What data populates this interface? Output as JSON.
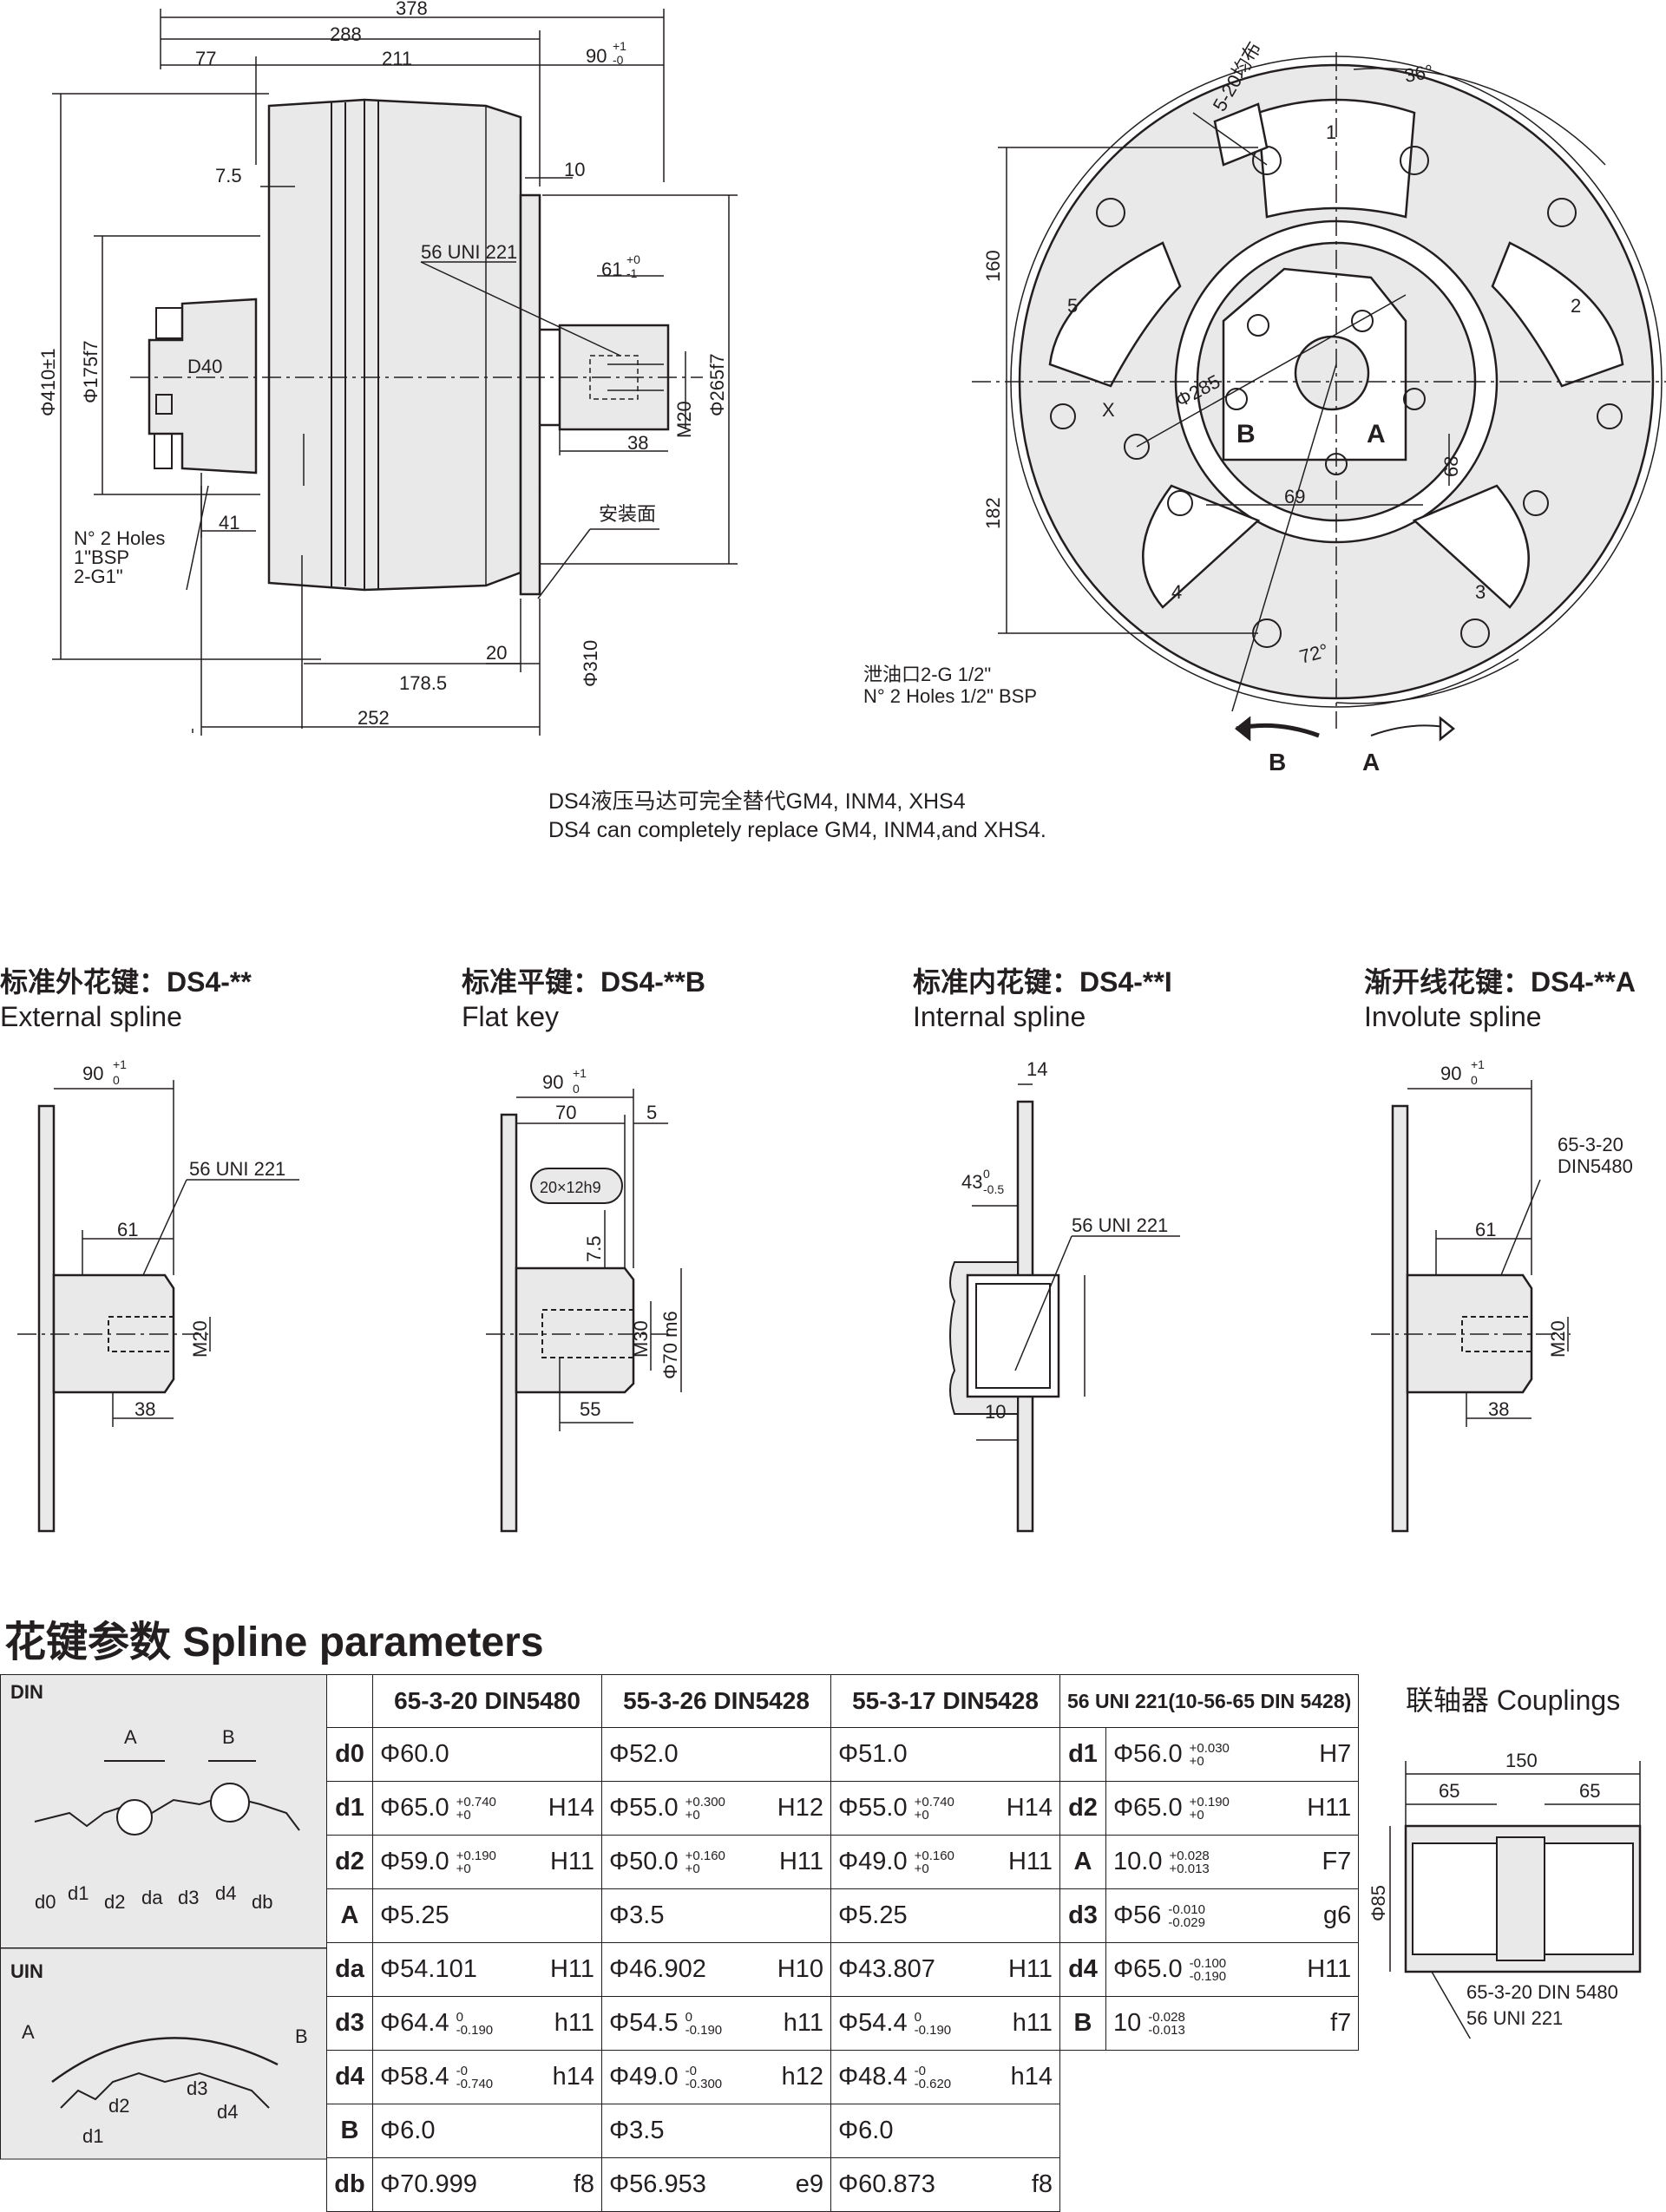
{
  "top_view": {
    "dims": {
      "d378": "378",
      "d288": "288",
      "d77": "77",
      "d211": "211",
      "d90": "90",
      "d90_tol_up": "+1",
      "d90_tol_dn": "-0",
      "d75": "7.5",
      "d10": "10",
      "d56": "56 UNI 221",
      "d61": "61",
      "d61_tol_up": "+0",
      "d61_tol_dn": "-1",
      "d410": "Φ410±1",
      "d175": "Φ175f7",
      "d40": "D40",
      "dM20": "M20",
      "d38": "38",
      "d265": "Φ265f7",
      "d41": "41",
      "holes1": "N° 2 Holes",
      "holes2": "1\"BSP",
      "holes3": "2-G1\"",
      "mount": "安装面",
      "d20": "20",
      "d310": "Φ310",
      "d1785": "178.5",
      "d252": "252"
    }
  },
  "front_view": {
    "dims": {
      "d36": "36°",
      "d520": "5-20均布",
      "d160": "160",
      "d182": "182",
      "d285": "Φ285",
      "d68": "68",
      "d69": "69",
      "port_b": "B",
      "port_a": "A",
      "x": "X",
      "d72": "72°",
      "drain1": "泄油口2-G 1/2\"",
      "drain2": "N° 2 Holes 1/2\" BSP",
      "arrow_b": "B",
      "arrow_a": "A",
      "pistons": [
        "1",
        "2",
        "3",
        "4",
        "5"
      ]
    }
  },
  "note": {
    "cn": "DS4液压马达可完全替代GM4, INM4, XHS4",
    "en": "DS4 can completely replace GM4, INM4,and XHS4."
  },
  "shafts": [
    {
      "title": "标准外花键：DS4-**",
      "subtitle": "External spline",
      "d90": "90",
      "tol_up": "+1",
      "tol_dn": "0",
      "spline": "56 UNI 221",
      "d61": "61",
      "m": "M20",
      "d38": "38"
    },
    {
      "title": "标准平键：DS4-**B",
      "subtitle": "Flat key",
      "d90": "90",
      "tol_up": "+1",
      "tol_dn": "0",
      "d70": "70",
      "d5": "5",
      "key": "20×12h9",
      "d75": "7.5",
      "m": "M30",
      "phi": "Φ70 m6",
      "d55": "55"
    },
    {
      "title": "标准内花键：DS4-**I",
      "subtitle": "Internal spline",
      "d14": "14",
      "d43": "43",
      "tol_up": "0",
      "tol_dn": "-0.5",
      "spline": "56 UNI 221",
      "d10": "10"
    },
    {
      "title": "渐开线花键：DS4-**A",
      "subtitle": "Involute spline",
      "d90": "90",
      "tol_up": "+1",
      "tol_dn": "0",
      "spline1": "65-3-20",
      "spline2": "DIN5480",
      "d61": "61",
      "m": "M20",
      "d38": "38"
    }
  ],
  "spline_params": {
    "title": "花键参数  Spline parameters",
    "din_label": "DIN",
    "uin_label": "UIN",
    "din_labels": [
      "A",
      "B",
      "d0",
      "d1",
      "d2",
      "da",
      "d3",
      "d4",
      "db"
    ],
    "uin_labels": [
      "A",
      "B",
      "d2",
      "d1",
      "d3",
      "d4"
    ],
    "columns": [
      "65-3-20 DIN5480",
      "55-3-26 DIN5428",
      "55-3-17 DIN5428"
    ],
    "rows": [
      {
        "p": "d0",
        "c": [
          [
            "Φ60.0",
            "",
            "",
            ""
          ],
          [
            "Φ52.0",
            "",
            "",
            ""
          ],
          [
            "Φ51.0",
            "",
            "",
            ""
          ]
        ]
      },
      {
        "p": "d1",
        "c": [
          [
            "Φ65.0",
            "+0.740",
            "+0",
            "H14"
          ],
          [
            "Φ55.0",
            "+0.300",
            "+0",
            "H12"
          ],
          [
            "Φ55.0",
            "+0.740",
            "+0",
            "H14"
          ]
        ]
      },
      {
        "p": "d2",
        "c": [
          [
            "Φ59.0",
            "+0.190",
            "+0",
            "H11"
          ],
          [
            "Φ50.0",
            "+0.160",
            "+0",
            "H11"
          ],
          [
            "Φ49.0",
            "+0.160",
            "+0",
            "H11"
          ]
        ]
      },
      {
        "p": "A",
        "c": [
          [
            "Φ5.25",
            "",
            "",
            ""
          ],
          [
            "Φ3.5",
            "",
            "",
            ""
          ],
          [
            "Φ5.25",
            "",
            "",
            ""
          ]
        ]
      },
      {
        "p": "da",
        "c": [
          [
            "Φ54.101",
            "",
            "",
            "H11"
          ],
          [
            "Φ46.902",
            "",
            "",
            "H10"
          ],
          [
            "Φ43.807",
            "",
            "",
            "H11"
          ]
        ]
      },
      {
        "p": "d3",
        "c": [
          [
            "Φ64.4",
            "0",
            "-0.190",
            "h11"
          ],
          [
            "Φ54.5",
            "0",
            "-0.190",
            "h11"
          ],
          [
            "Φ54.4",
            "0",
            "-0.190",
            "h11"
          ]
        ]
      },
      {
        "p": "d4",
        "c": [
          [
            "Φ58.4",
            "-0",
            "-0.740",
            "h14"
          ],
          [
            "Φ49.0",
            "-0",
            "-0.300",
            "h12"
          ],
          [
            "Φ48.4",
            "-0",
            "-0.620",
            "h14"
          ]
        ]
      },
      {
        "p": "B",
        "c": [
          [
            "Φ6.0",
            "",
            "",
            ""
          ],
          [
            "Φ3.5",
            "",
            "",
            ""
          ],
          [
            "Φ6.0",
            "",
            "",
            ""
          ]
        ]
      },
      {
        "p": "db",
        "c": [
          [
            "Φ70.999",
            "",
            "",
            "f8"
          ],
          [
            "Φ56.953",
            "",
            "",
            "e9"
          ],
          [
            "Φ60.873",
            "",
            "",
            "f8"
          ]
        ]
      }
    ],
    "uni_header": "56 UNI 221(10-56-65 DIN 5428)",
    "uni_rows": [
      {
        "p": "d1",
        "v": "Φ56.0",
        "t1": "+0.030",
        "t2": "+0",
        "cls": "H7"
      },
      {
        "p": "d2",
        "v": "Φ65.0",
        "t1": "+0.190",
        "t2": "+0",
        "cls": "H11"
      },
      {
        "p": "A",
        "v": "10.0",
        "t1": "+0.028",
        "t2": "+0.013",
        "cls": "F7"
      },
      {
        "p": "d3",
        "v": "Φ56",
        "t1": "-0.010",
        "t2": "-0.029",
        "cls": "g6"
      },
      {
        "p": "d4",
        "v": "Φ65.0",
        "t1": "-0.100",
        "t2": "-0.190",
        "cls": "H11"
      },
      {
        "p": "B",
        "v": "10",
        "t1": "-0.028",
        "t2": "-0.013",
        "cls": "f7"
      }
    ]
  },
  "couplings": {
    "title": "联轴器 Couplings",
    "d150": "150",
    "d65a": "65",
    "d65b": "65",
    "d85": "Φ85",
    "label1": "65-3-20 DIN 5480",
    "label2": "56 UNI 221"
  }
}
